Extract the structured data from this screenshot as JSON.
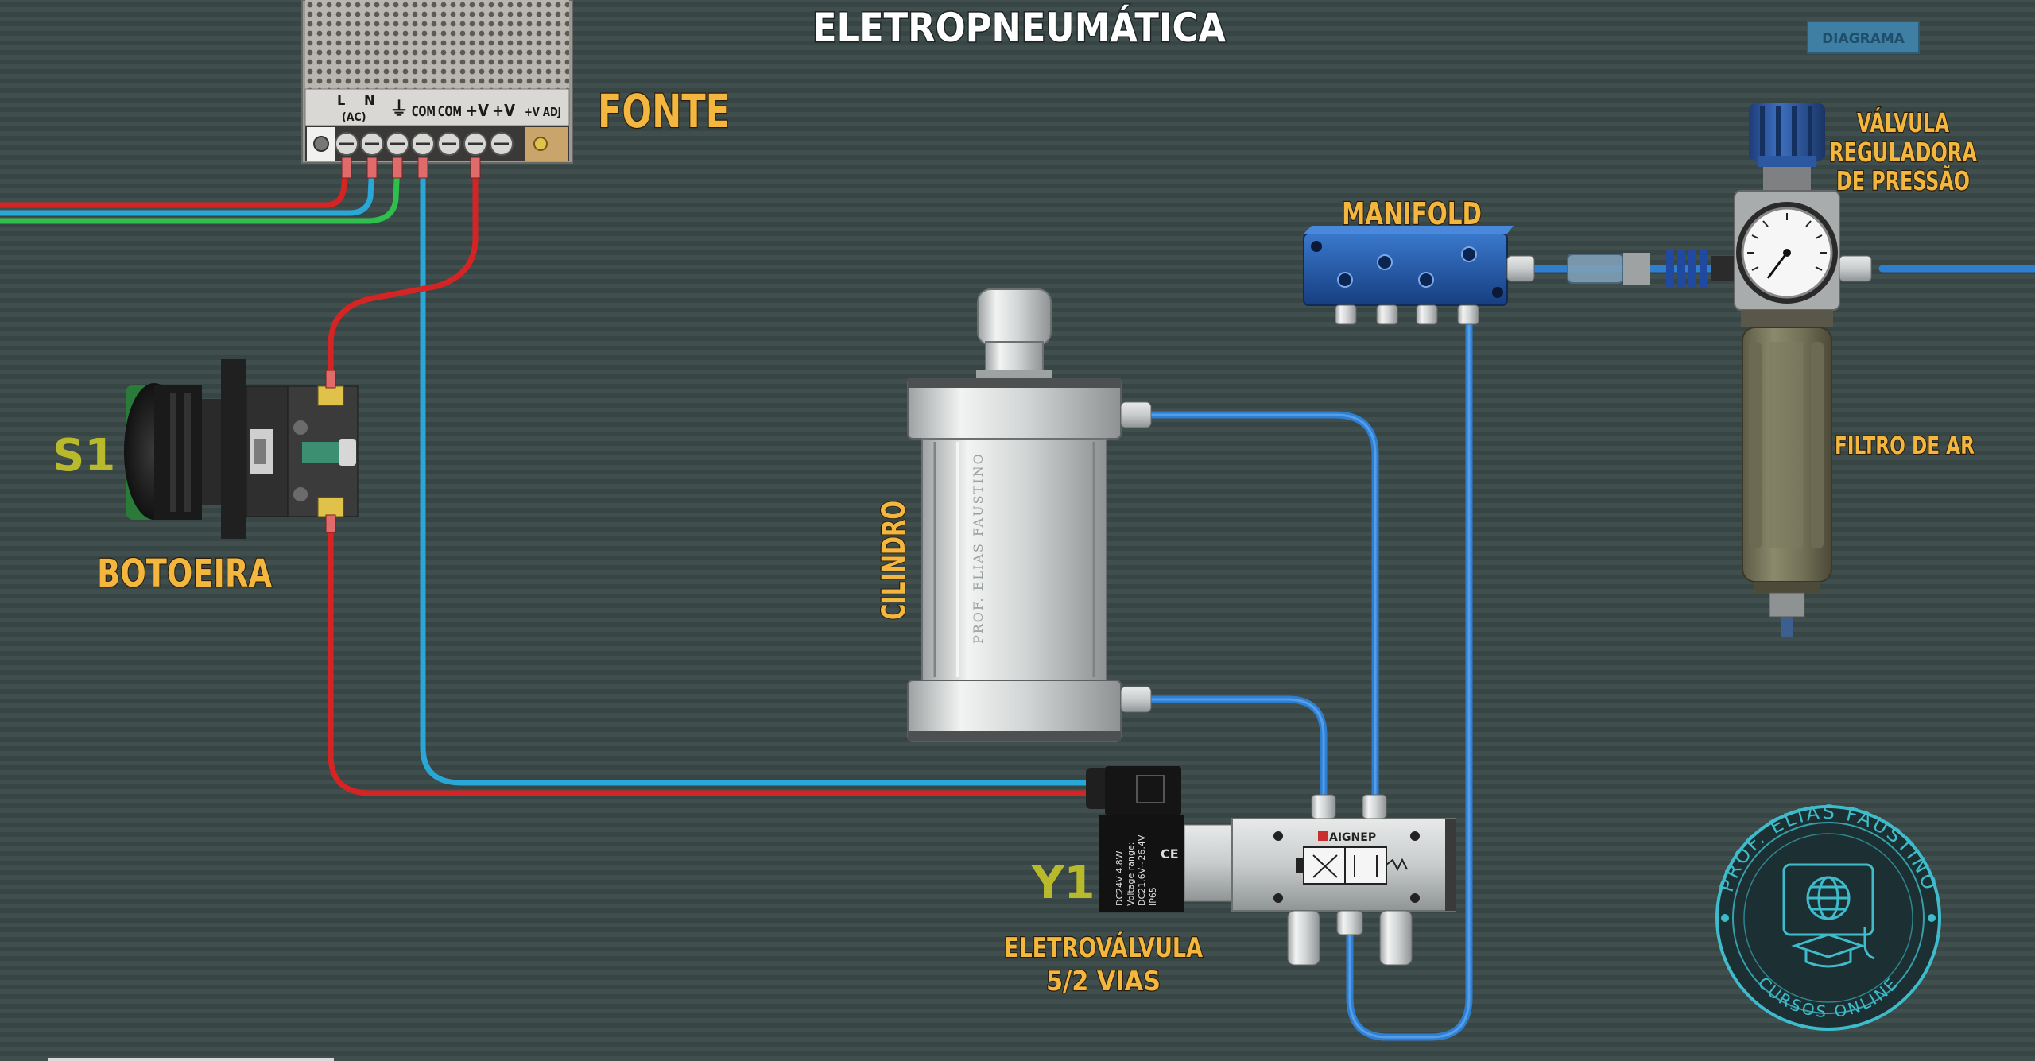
{
  "title": "ELETROPNEUMÁTICA",
  "badge": "DIAGRAMA",
  "components": {
    "fonte": "FONTE",
    "manifold": "MANIFOLD",
    "valvula_line1": "VÁLVULA",
    "valvula_line2": "REGULADORA",
    "valvula_line3": "DE PRESSÃO",
    "filtro": "FILTRO DE AR",
    "cilindro": "CILINDRO",
    "botoeira": "BOTOEIRA",
    "s1": "S1",
    "y1": "Y1",
    "eletrovalvula_line1": "ELETROVÁLVULA",
    "eletrovalvula_line2": "5/2 VIAS"
  },
  "power_supply_terminals": [
    "L",
    "N",
    "⏚",
    "COM",
    "COM",
    "+V",
    "+V",
    "+V ADJ"
  ],
  "power_supply_ac_label": "(AC)",
  "cylinder_text": "PROF. ELIAS FAUSTINO",
  "valve_brand": "AIGNEP",
  "coil_text": [
    "DC24V 4.8W",
    "Voltage range:",
    "DC21.6V~26.4V",
    "IP65"
  ],
  "logo": {
    "top_text": "PROF. ELIAS FAUSTINO",
    "bottom_text": "CURSOS ONLINE"
  },
  "colors": {
    "background": "#3a4848",
    "label": "#f3b63f",
    "tag": "#b8ba2c",
    "air_pipe": "#2f7fd1",
    "wire_red": "#d52424",
    "wire_blue": "#29a8d8",
    "wire_green": "#2fbf4d",
    "manifold": "#1f56a6"
  }
}
